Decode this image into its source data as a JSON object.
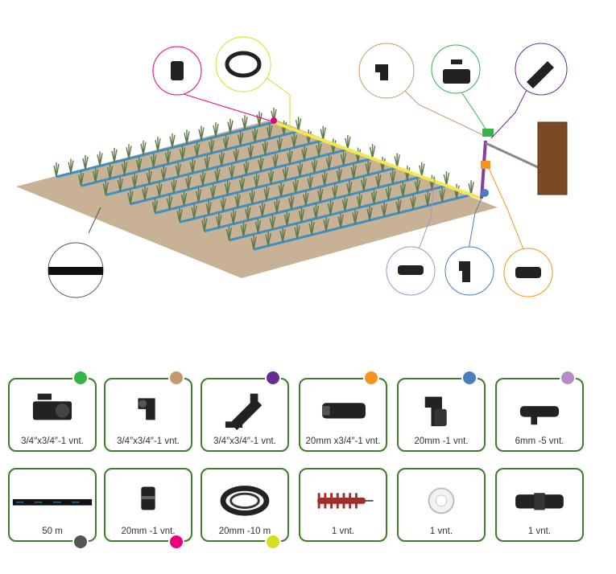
{
  "legend": {
    "row1": [
      {
        "caption": "3/4″x3/4″-1 vnt.",
        "icon": "ball-valve-icon",
        "color": "#37b34a"
      },
      {
        "caption": "3/4″x3/4″-1 vnt.",
        "icon": "elbow-icon",
        "color": "#c49a6c"
      },
      {
        "caption": "3/4″x3/4″-1 vnt.",
        "icon": "filter-icon",
        "color": "#662d91"
      },
      {
        "caption": "20mm x3/4″-1 vnt.",
        "icon": "adapter-icon",
        "color": "#f7941d"
      },
      {
        "caption": "20mm -1 vnt.",
        "icon": "elbow-compression-icon",
        "color": "#4a7ebf"
      },
      {
        "caption": "6mm -5 vnt.",
        "icon": "start-connector-icon",
        "color": "#b58bc6"
      }
    ],
    "row2": [
      {
        "caption": "50 m",
        "icon": "drip-tape-icon",
        "color": "#555555"
      },
      {
        "caption": "20mm -1 vnt.",
        "icon": "end-plug-icon",
        "color": "#e6007e"
      },
      {
        "caption": "20mm -10 m",
        "icon": "pipe-coil-icon",
        "color": "#d6de23"
      },
      {
        "caption": "1 vnt.",
        "icon": "punch-tool-icon",
        "color": ""
      },
      {
        "caption": "1 vnt.",
        "icon": "teflon-tape-icon",
        "color": ""
      },
      {
        "caption": "1 vnt.",
        "icon": "coupling-icon",
        "color": ""
      }
    ]
  }
}
